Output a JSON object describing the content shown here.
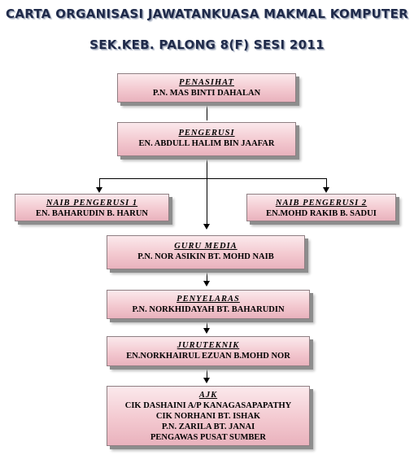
{
  "titles": {
    "line1": "CARTA ORGANISASI JAWATANKUASA MAKMAL KOMPUTER",
    "line2": "SEK.KEB. PALONG 8(F) SESI 2011"
  },
  "boxes": {
    "penasihat": {
      "role": "PENASIHAT",
      "names": [
        "P.N. MAS BINTI DAHALAN"
      ]
    },
    "pengerusi": {
      "role": "PENGERUSI",
      "names": [
        "EN. ABDULL HALIM BIN JAAFAR"
      ]
    },
    "naib1": {
      "role": "NAIB PENGERUSI 1",
      "names": [
        "EN. BAHARUDIN B. HARUN"
      ]
    },
    "naib2": {
      "role": "NAIB PENGERUSI 2",
      "names": [
        "EN.MOHD RAKIB B. SADUI"
      ]
    },
    "guru_media": {
      "role": "GURU MEDIA",
      "names": [
        "P.N. NOR ASIKIN BT. MOHD NAIB"
      ]
    },
    "penyelaras": {
      "role": "PENYELARAS",
      "names": [
        "P.N. NORKHIDAYAH BT. BAHARUDIN"
      ]
    },
    "juruteknik": {
      "role": "JURUTEKNIK",
      "names": [
        "EN.NORKHAIRUL EZUAN B.MOHD NOR"
      ]
    },
    "ajk": {
      "role": "AJK",
      "names": [
        "CIK DASHAINI A/P KANAGASAPAPATHY",
        "CIK NORHANI BT. ISHAK",
        "P.N. ZARILA BT. JANAI",
        "PENGAWAS PUSAT SUMBER"
      ]
    }
  }
}
